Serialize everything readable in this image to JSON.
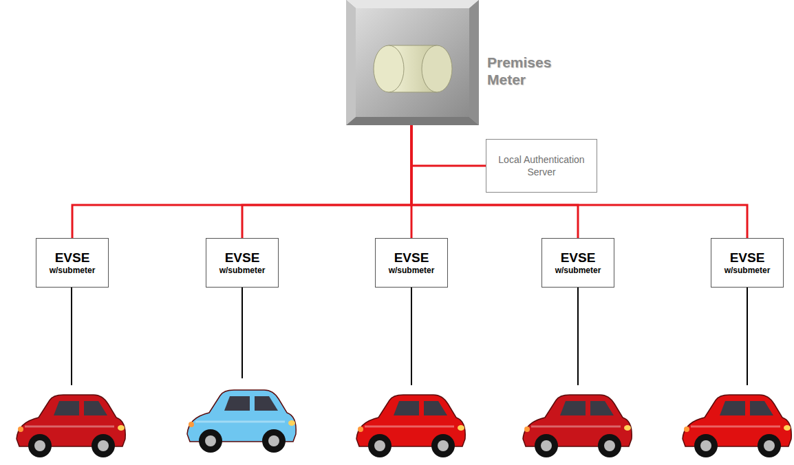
{
  "diagram": {
    "nodes": [
      {
        "text": [
          "Premises Meter"
        ]
      },
      {
        "text": [
          "Local Authentication Server"
        ]
      },
      {
        "text": [
          "EVSE",
          "w/submeter"
        ]
      },
      {
        "text": [
          "EVSE",
          "w/submeter"
        ]
      },
      {
        "text": [
          "EVSE",
          "w/submeter"
        ]
      },
      {
        "text": [
          "EVSE",
          "w/submeter"
        ]
      },
      {
        "text": [
          "EVSE",
          "w/submeter"
        ]
      }
    ],
    "edges": [
      {
        "from": 0,
        "to": 1,
        "arrow": "none"
      },
      {
        "from": 0,
        "to": 2,
        "arrow": "none"
      },
      {
        "from": 0,
        "to": 3,
        "arrow": "none"
      },
      {
        "from": 0,
        "to": 4,
        "arrow": "none"
      },
      {
        "from": 0,
        "to": 5,
        "arrow": "none"
      },
      {
        "from": 0,
        "to": 6,
        "arrow": "none"
      }
    ]
  }
}
